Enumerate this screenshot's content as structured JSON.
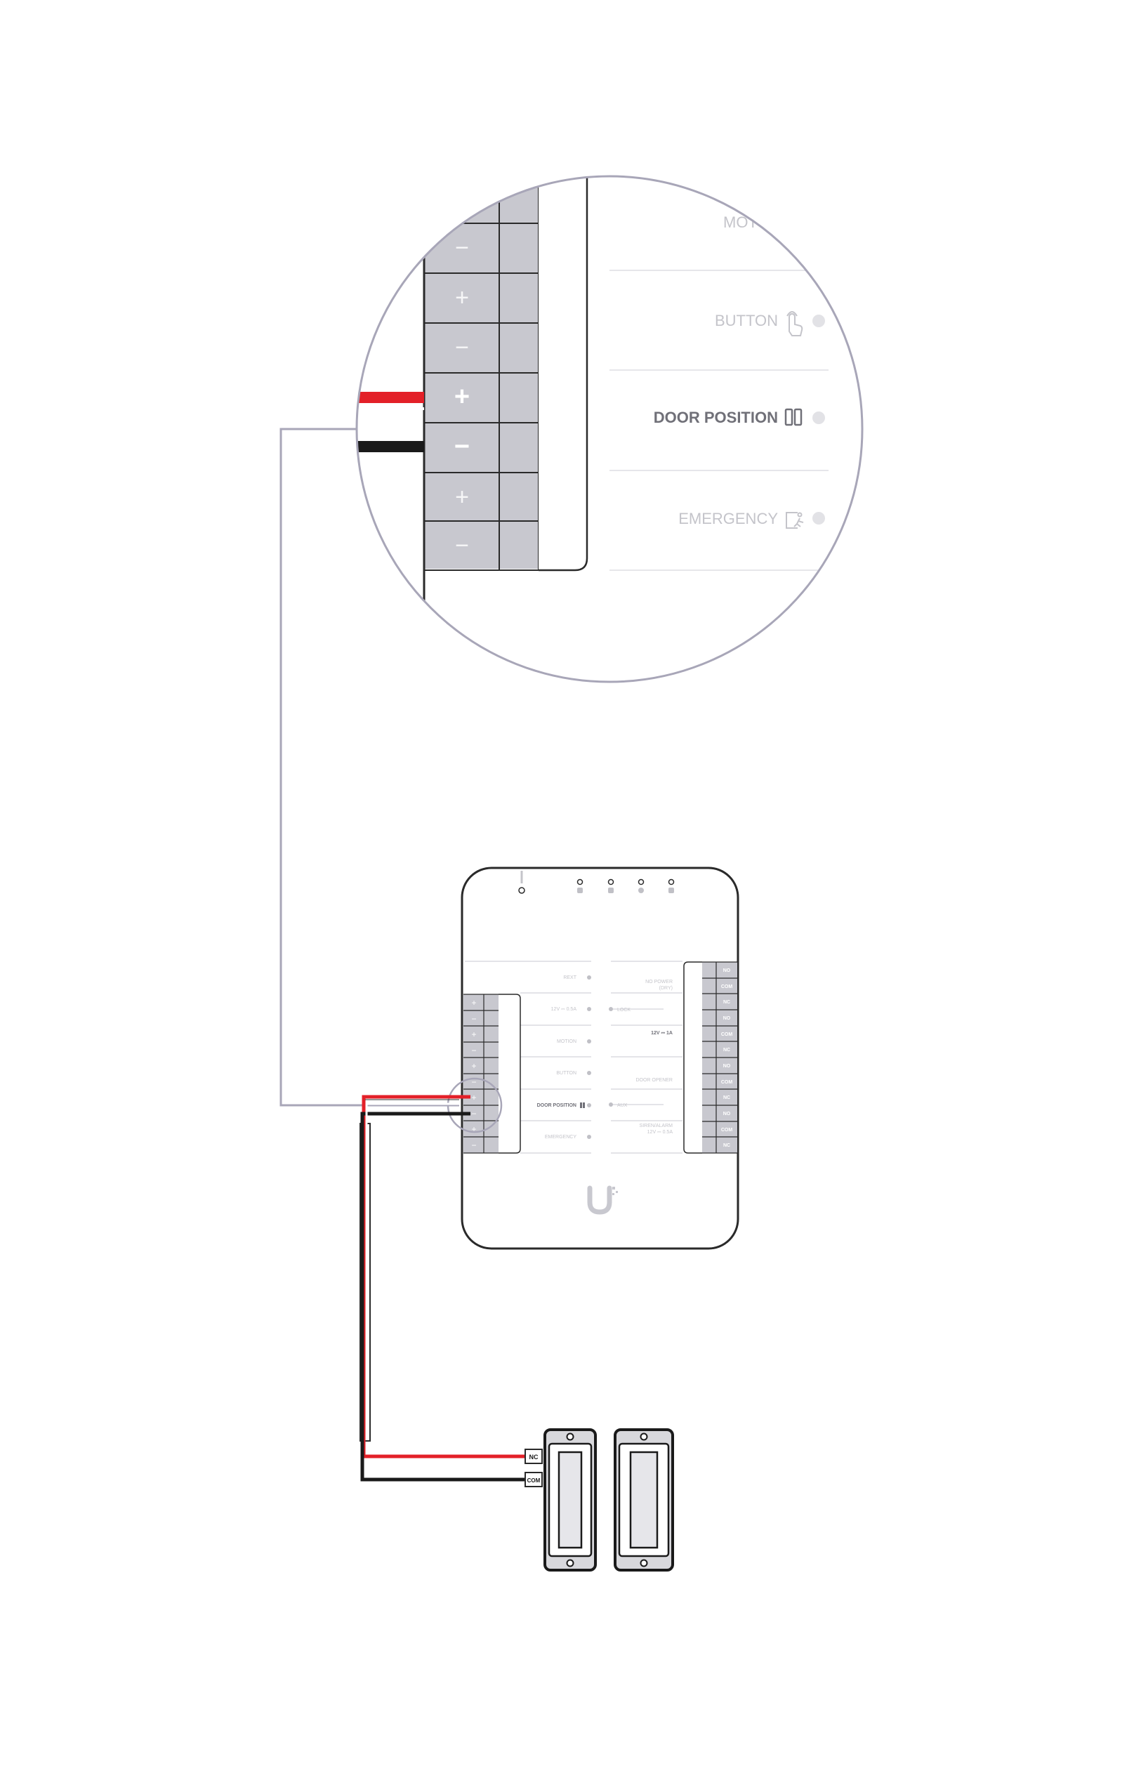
{
  "zoom": {
    "left_labels": [
      "MOT",
      "BUTTON",
      "DOOR POSITION",
      "EMERGENCY"
    ],
    "terminal_signs": [
      "−",
      "+",
      "−",
      "+",
      "−",
      "+",
      "−"
    ]
  },
  "hub": {
    "left_labels": [
      "REXT",
      "12V ⎓ 0.5A",
      "MOTION",
      "BUTTON",
      "DOOR POSITION",
      "EMERGENCY"
    ],
    "center_labels": [
      "LOCK",
      "AUX"
    ],
    "right_labels": {
      "no_power": "NO POWER",
      "no_power_dry": "(DRY)",
      "lock_power": "12V ⎓ 1A",
      "door_opener": "DOOR OPENER",
      "siren_alarm": "SIREN/ALARM",
      "siren_power": "12V ⎓ 0.5A"
    },
    "left_terminals": [
      "+",
      "−",
      "+",
      "−",
      "+",
      "−",
      "+",
      "−",
      "+",
      "−"
    ],
    "right_terminals": [
      "NO",
      "COM",
      "NC",
      "NO",
      "COM",
      "NC",
      "NO",
      "COM",
      "NC",
      "NO",
      "COM",
      "NC"
    ]
  },
  "sensor": {
    "nc_label": "NC",
    "com_label": "COM"
  },
  "colors": {
    "red_wire": "#e32028",
    "black_wire": "#1a1a1a",
    "terminal": "#c8c8cf",
    "outline": "#2a2a2a",
    "callout": "#a8a6b8"
  },
  "icons": [
    "exit-icon",
    "power-icon",
    "motion-icon",
    "hand-icon",
    "door-position-icon",
    "emergency-icon",
    "lock-icon",
    "siren-icon",
    "door-opener-icon",
    "ubiquiti-logo"
  ]
}
